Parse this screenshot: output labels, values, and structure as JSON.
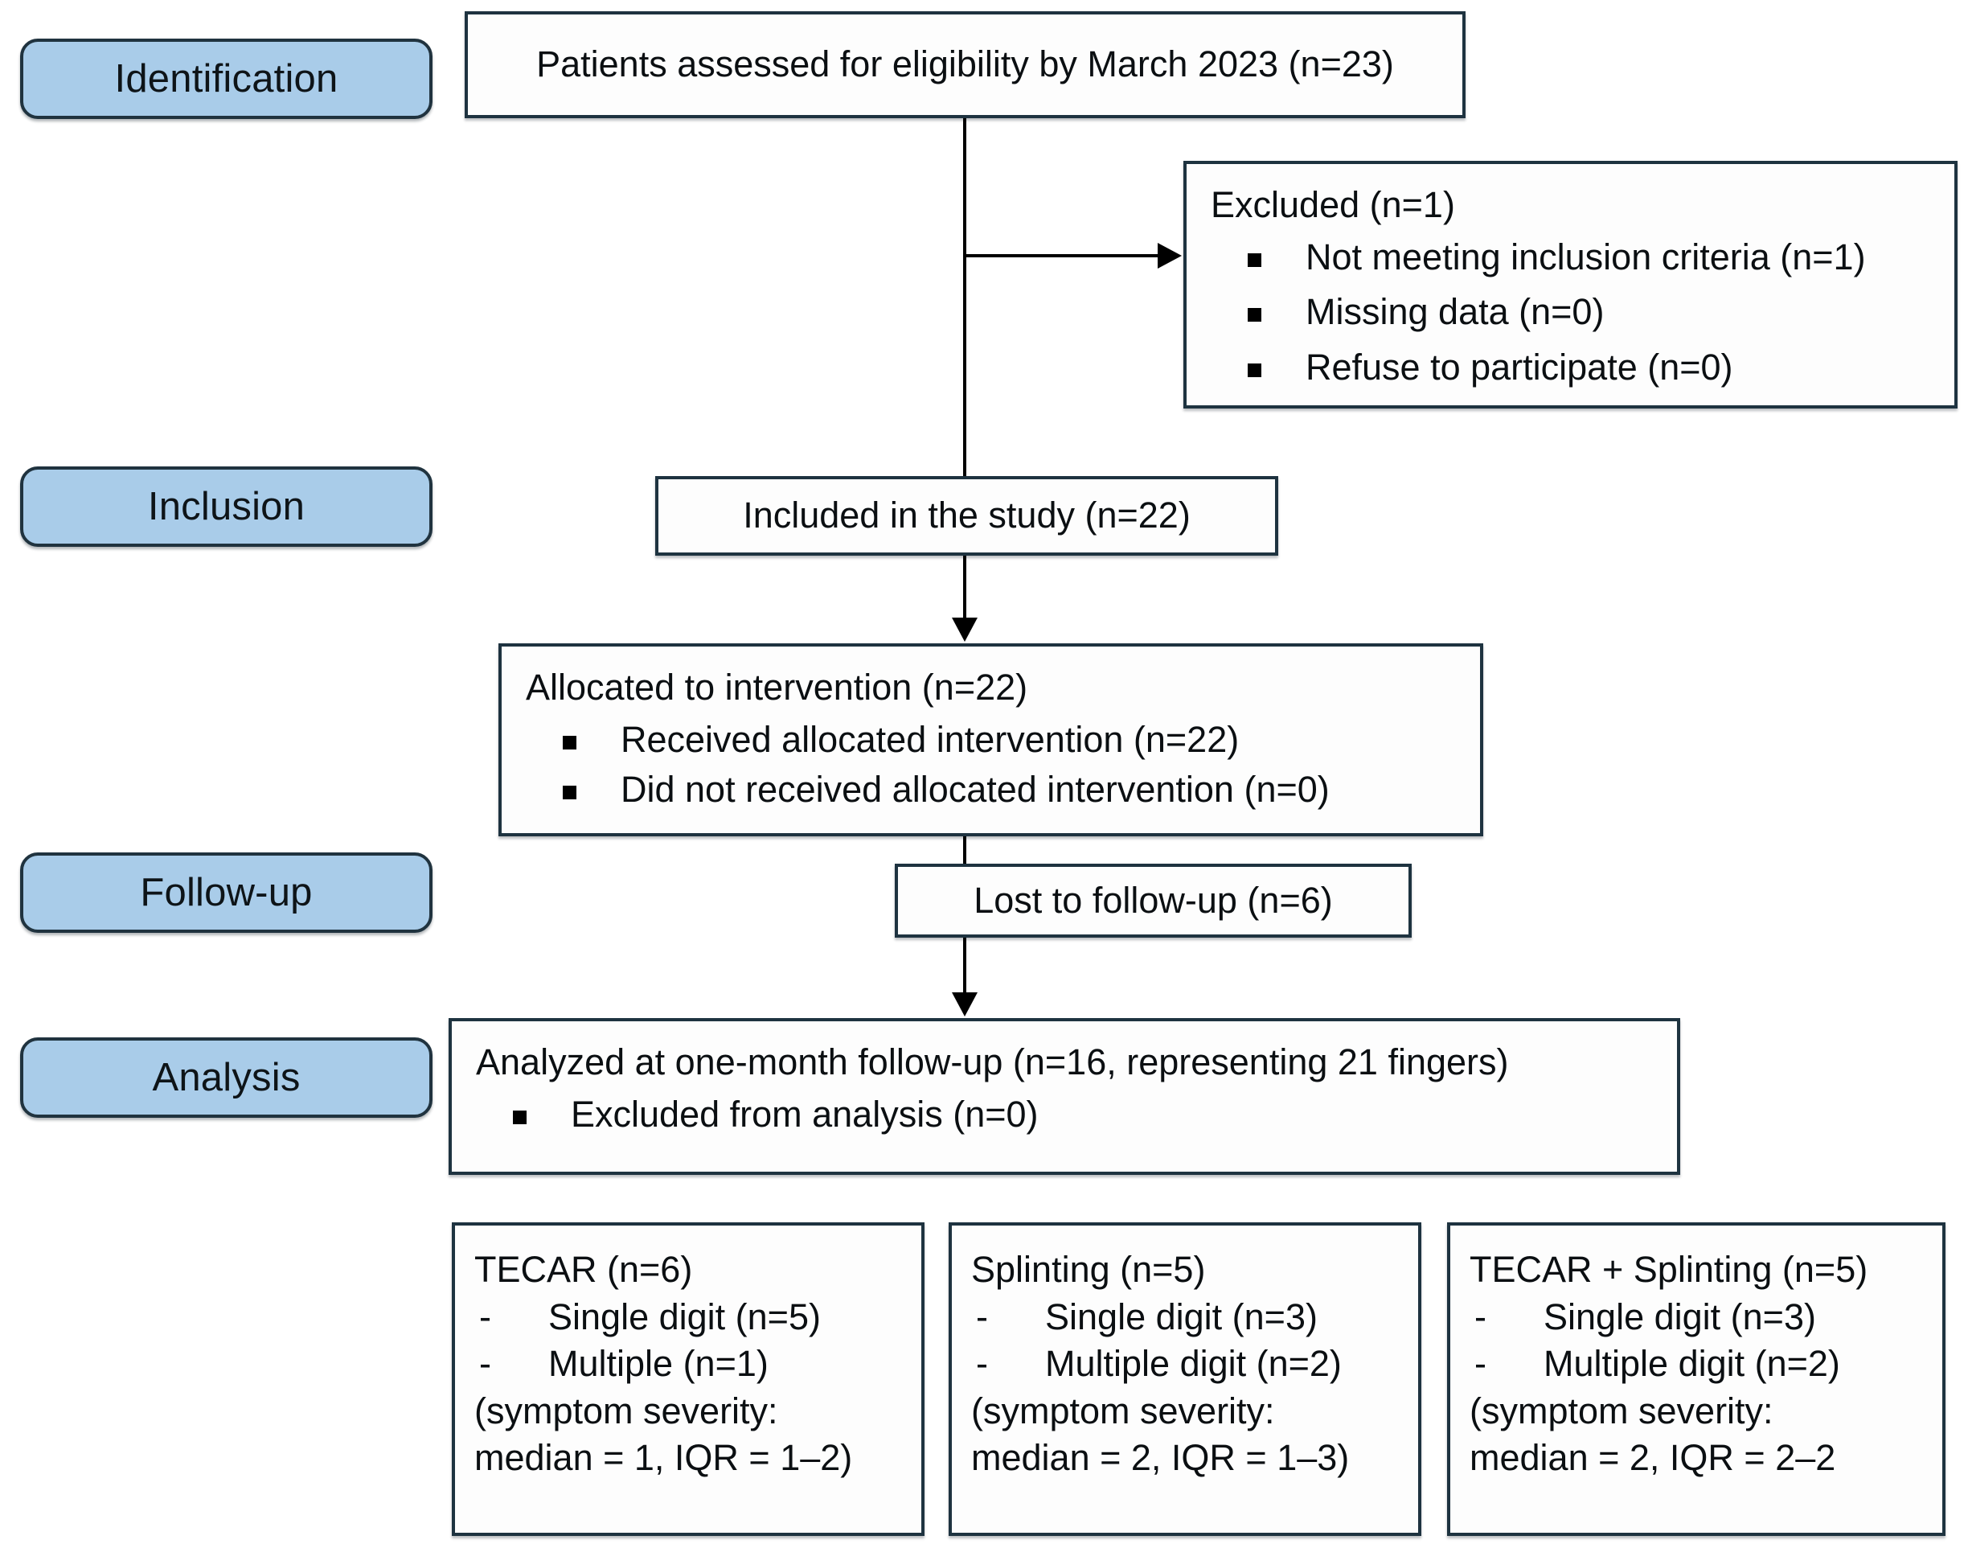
{
  "diagram": {
    "type": "consort-flow-diagram",
    "title": "CONSORT participant flow",
    "accent_blue": "#A9CCE9",
    "border_color": "#1E3340",
    "stage_labels": [
      {
        "id": "identification",
        "label": "Identification"
      },
      {
        "id": "inclusion",
        "label": "Inclusion"
      },
      {
        "id": "followup",
        "label": "Follow-up"
      },
      {
        "id": "analysis",
        "label": "Analysis"
      }
    ],
    "nodes": {
      "assessed": {
        "text": "Patients assessed for eligibility by March 2023 (n=23)"
      },
      "excluded": {
        "title": "Excluded (n=1)",
        "items": [
          "Not meeting inclusion criteria (n=1)",
          " Missing data (n=0)",
          "Refuse to participate (n=0)"
        ]
      },
      "included": {
        "text": "Included in the study (n=22)"
      },
      "allocated": {
        "title": "Allocated to intervention (n=22)",
        "items": [
          "Received allocated intervention (n=22)",
          "Did not received allocated intervention (n=0)"
        ]
      },
      "lost": {
        "text": "Lost to follow-up (n=6)"
      },
      "analyzed": {
        "title": "Analyzed at one-month follow-up (n=16, representing 21 fingers)",
        "items": [
          "Excluded from analysis (n=0)"
        ]
      }
    },
    "arms": [
      {
        "id": "tecar",
        "title": "TECAR (n=6)",
        "items": [
          "Single digit (n=5)",
          "Multiple (n=1)"
        ],
        "note_line1": "(symptom severity:",
        "note_line2": "median = 1, IQR = 1–2)"
      },
      {
        "id": "splinting",
        "title": "Splinting (n=5)",
        "items": [
          "Single digit (n=3)",
          "Multiple digit (n=2)"
        ],
        "note_line1": "(symptom severity:",
        "note_line2": "median = 2, IQR = 1–3)"
      },
      {
        "id": "tecar-splinting",
        "title": "TECAR + Splinting (n=5)",
        "items": [
          "Single digit (n=3)",
          "Multiple digit (n=2)"
        ],
        "note_line1": "(symptom severity:",
        "note_line2": "median = 2, IQR = 2–2"
      }
    ]
  },
  "chart_data": {
    "type": "table",
    "title": "CONSORT participant flow counts",
    "categories": [
      "Assessed for eligibility",
      "Excluded",
      "Excluded: not meeting inclusion criteria",
      "Excluded: missing data",
      "Excluded: refuse to participate",
      "Included in the study",
      "Allocated to intervention",
      "Received allocated intervention",
      "Did not receive allocated intervention",
      "Lost to follow-up",
      "Analyzed at one-month follow-up (patients)",
      "Analyzed at one-month follow-up (fingers)",
      "Excluded from analysis",
      "TECAR arm",
      "TECAR single digit",
      "TECAR multiple",
      "Splinting arm",
      "Splinting single digit",
      "Splinting multiple digit",
      "TECAR + Splinting arm",
      "TECAR + Splinting single digit",
      "TECAR + Splinting multiple digit"
    ],
    "values": [
      23,
      1,
      1,
      0,
      0,
      22,
      22,
      22,
      0,
      6,
      16,
      21,
      0,
      6,
      5,
      1,
      5,
      3,
      2,
      5,
      3,
      2
    ],
    "symptom_severity": [
      {
        "arm": "TECAR",
        "median": 1,
        "iqr": [
          1,
          2
        ]
      },
      {
        "arm": "Splinting",
        "median": 2,
        "iqr": [
          1,
          3
        ]
      },
      {
        "arm": "TECAR + Splinting",
        "median": 2,
        "iqr": [
          2,
          2
        ]
      }
    ],
    "xlabel": "",
    "ylabel": "n"
  }
}
